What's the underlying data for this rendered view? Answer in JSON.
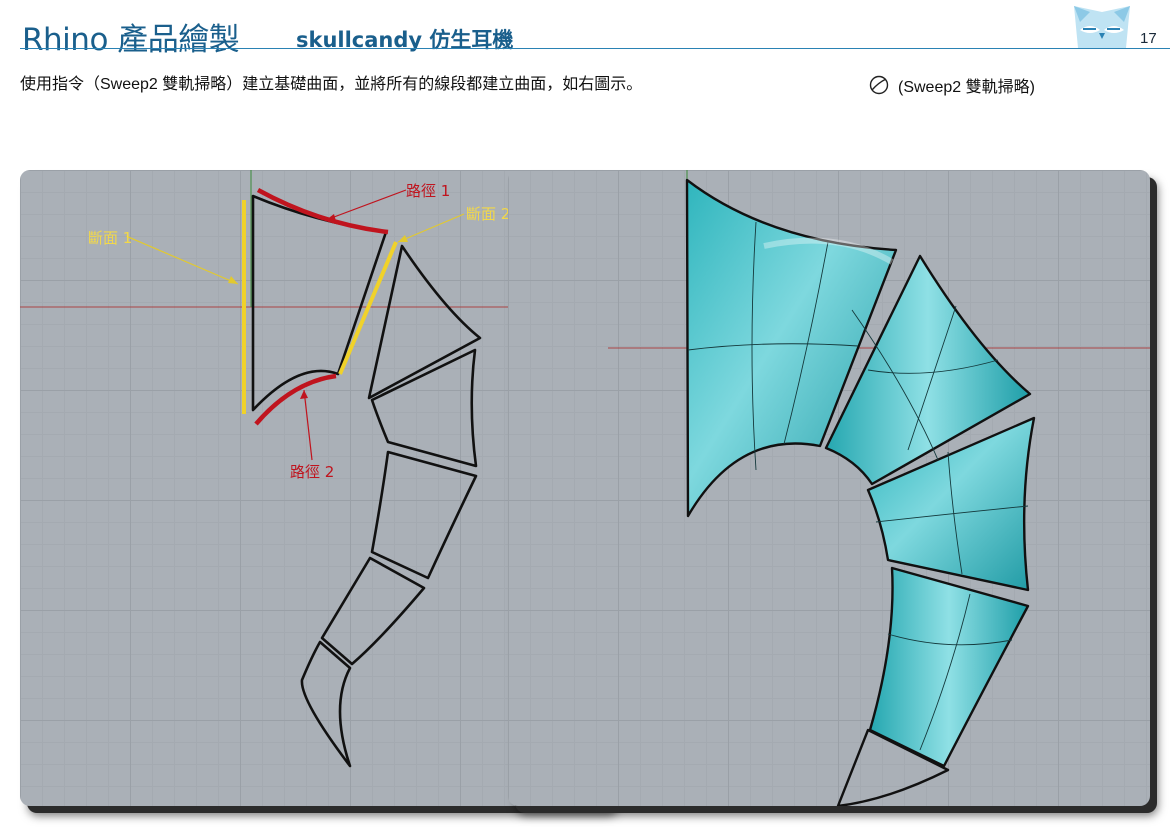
{
  "header": {
    "title_main": "Rhino 產品繪製",
    "title_sub": "skullcandy 仿生耳機",
    "page_number": "17"
  },
  "instruction": "使用指令（Sweep2 雙軌掃略）建立基礎曲面，並將所有的線段都建立曲面，如右圖示。",
  "command": {
    "icon": "sweep2-icon",
    "label": "(Sweep2 雙軌掃略)"
  },
  "annotations": {
    "path1": "路徑 1",
    "path2": "路徑 2",
    "section1": "斷面 1",
    "section2": "斷面 2"
  },
  "colors": {
    "title": "#1a5f8c",
    "rule": "#2a82b4",
    "viewport_bg": "#aab0b7",
    "rail_red": "#c0141e",
    "section_yellow": "#f0d22a",
    "label_red": "#c0141e",
    "label_yellow": "#f2d84a",
    "surface": "#40c4cc",
    "axis_red": "#a94444",
    "axis_green": "#3a8a3a"
  }
}
